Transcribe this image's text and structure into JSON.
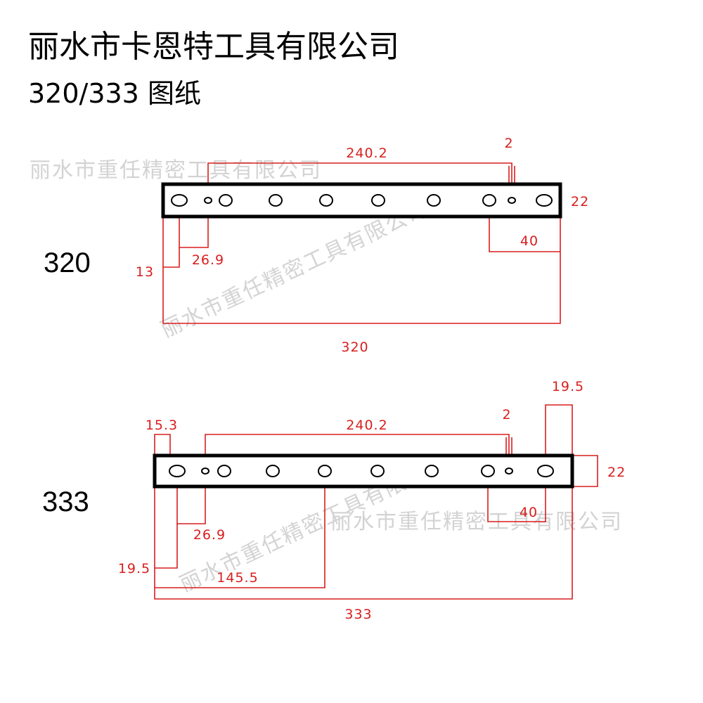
{
  "header": {
    "company": "丽水市卡恩特工具有限公司",
    "drawing_title": "320/333 图纸"
  },
  "watermark": {
    "text": "丽水市重任精密工具有限公司"
  },
  "colors": {
    "dimension": "#d81e1e",
    "outline": "#000000",
    "watermark": "#c8c8c8"
  },
  "drawing_320": {
    "model": "320",
    "dims": {
      "hole_spacing": "240.2",
      "slot_width": "2",
      "height": "22",
      "right_offset": "40",
      "left_offset": "26.9",
      "edge_offset": "13",
      "total_length": "320"
    }
  },
  "drawing_333": {
    "model": "333",
    "dims": {
      "hole_spacing": "240.2",
      "slot_width": "2",
      "top_right": "19.5",
      "top_left": "15.3",
      "height": "22",
      "right_offset": "40",
      "left_offset": "26.9",
      "edge_offset": "19.5",
      "center_offset": "145.5",
      "total_length": "333"
    }
  }
}
